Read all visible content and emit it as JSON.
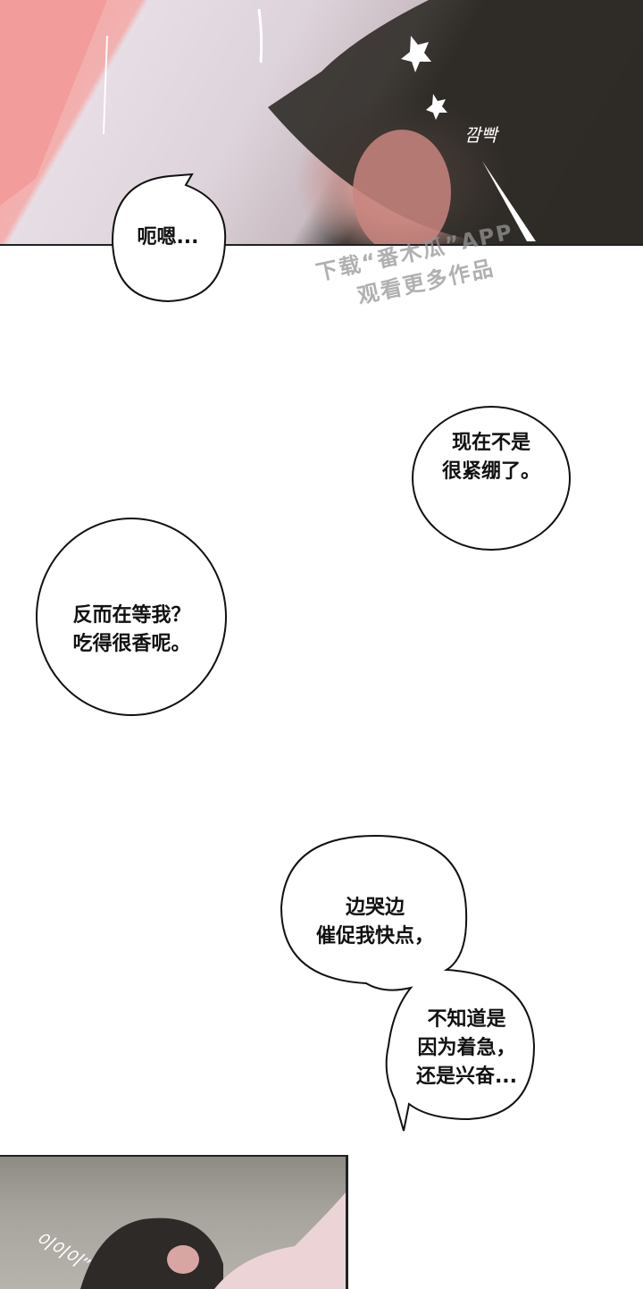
{
  "panels": [
    {
      "id": "top",
      "sfx": "깜빡"
    },
    {
      "id": "bottom",
      "sfx": "이이이”"
    }
  ],
  "bubbles": [
    {
      "lines": [
        "呃嗯..."
      ]
    },
    {
      "lines": [
        "现在不是",
        "很紧绷了。"
      ]
    },
    {
      "lines": [
        "反而在等我？",
        "吃得很香呢。"
      ]
    },
    {
      "lines": [
        "边哭边",
        "催促我快点，"
      ]
    },
    {
      "lines": [
        "不知道是",
        "因为着急，",
        "还是兴奋..."
      ]
    }
  ],
  "watermark": {
    "line1": "下载“番木瓜”APP",
    "line2": "观看更多作品"
  }
}
